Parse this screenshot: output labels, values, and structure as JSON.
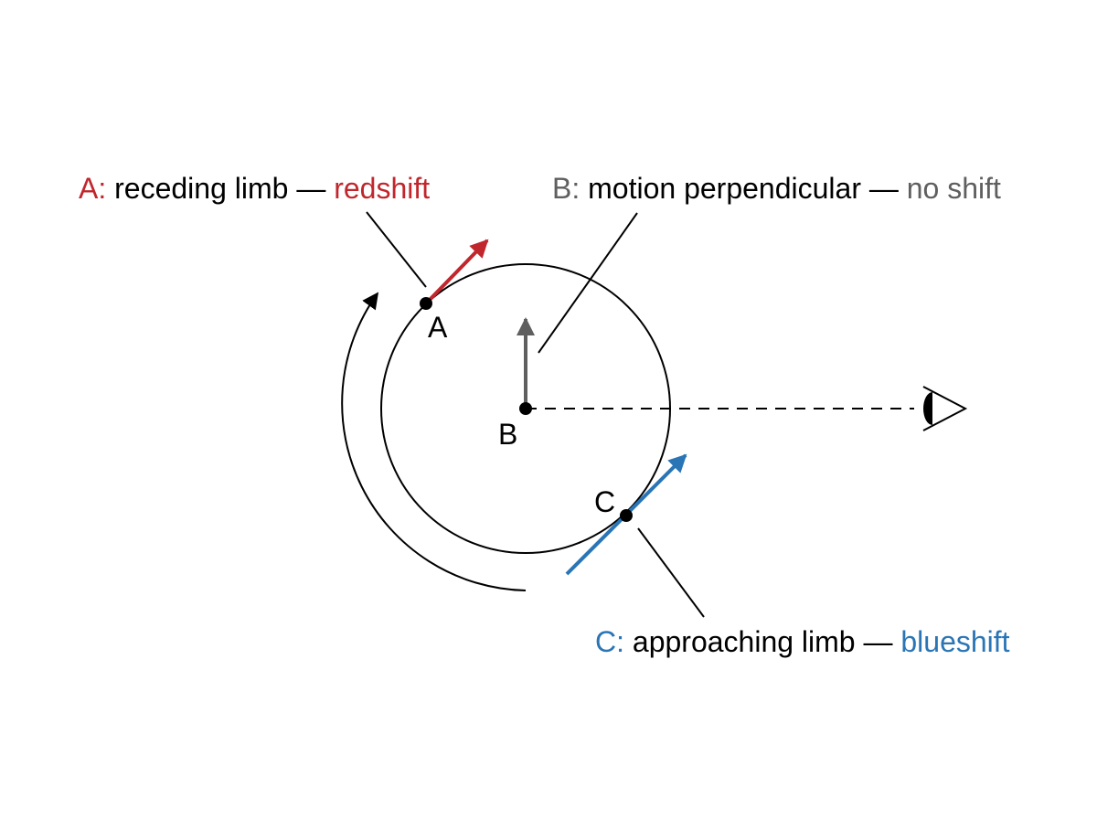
{
  "colors": {
    "red": "#c0272d",
    "blue": "#2a75b5",
    "gray": "#5f5f5f",
    "black": "#000000",
    "background": "#ffffff"
  },
  "points": {
    "A": {
      "label": "A"
    },
    "B": {
      "label": "B"
    },
    "C": {
      "label": "C"
    }
  },
  "captions": {
    "a": {
      "prefix": "A:",
      "text": " receding limb — ",
      "shift": "redshift"
    },
    "b": {
      "prefix": "B:",
      "text": " motion perpendicular — ",
      "shift": "no shift"
    },
    "c": {
      "prefix": "C:",
      "text": " approaching limb — ",
      "shift": "blueshift"
    }
  },
  "icons": {
    "observer": "eye-icon",
    "rotation": "rotation-arrow-icon"
  }
}
